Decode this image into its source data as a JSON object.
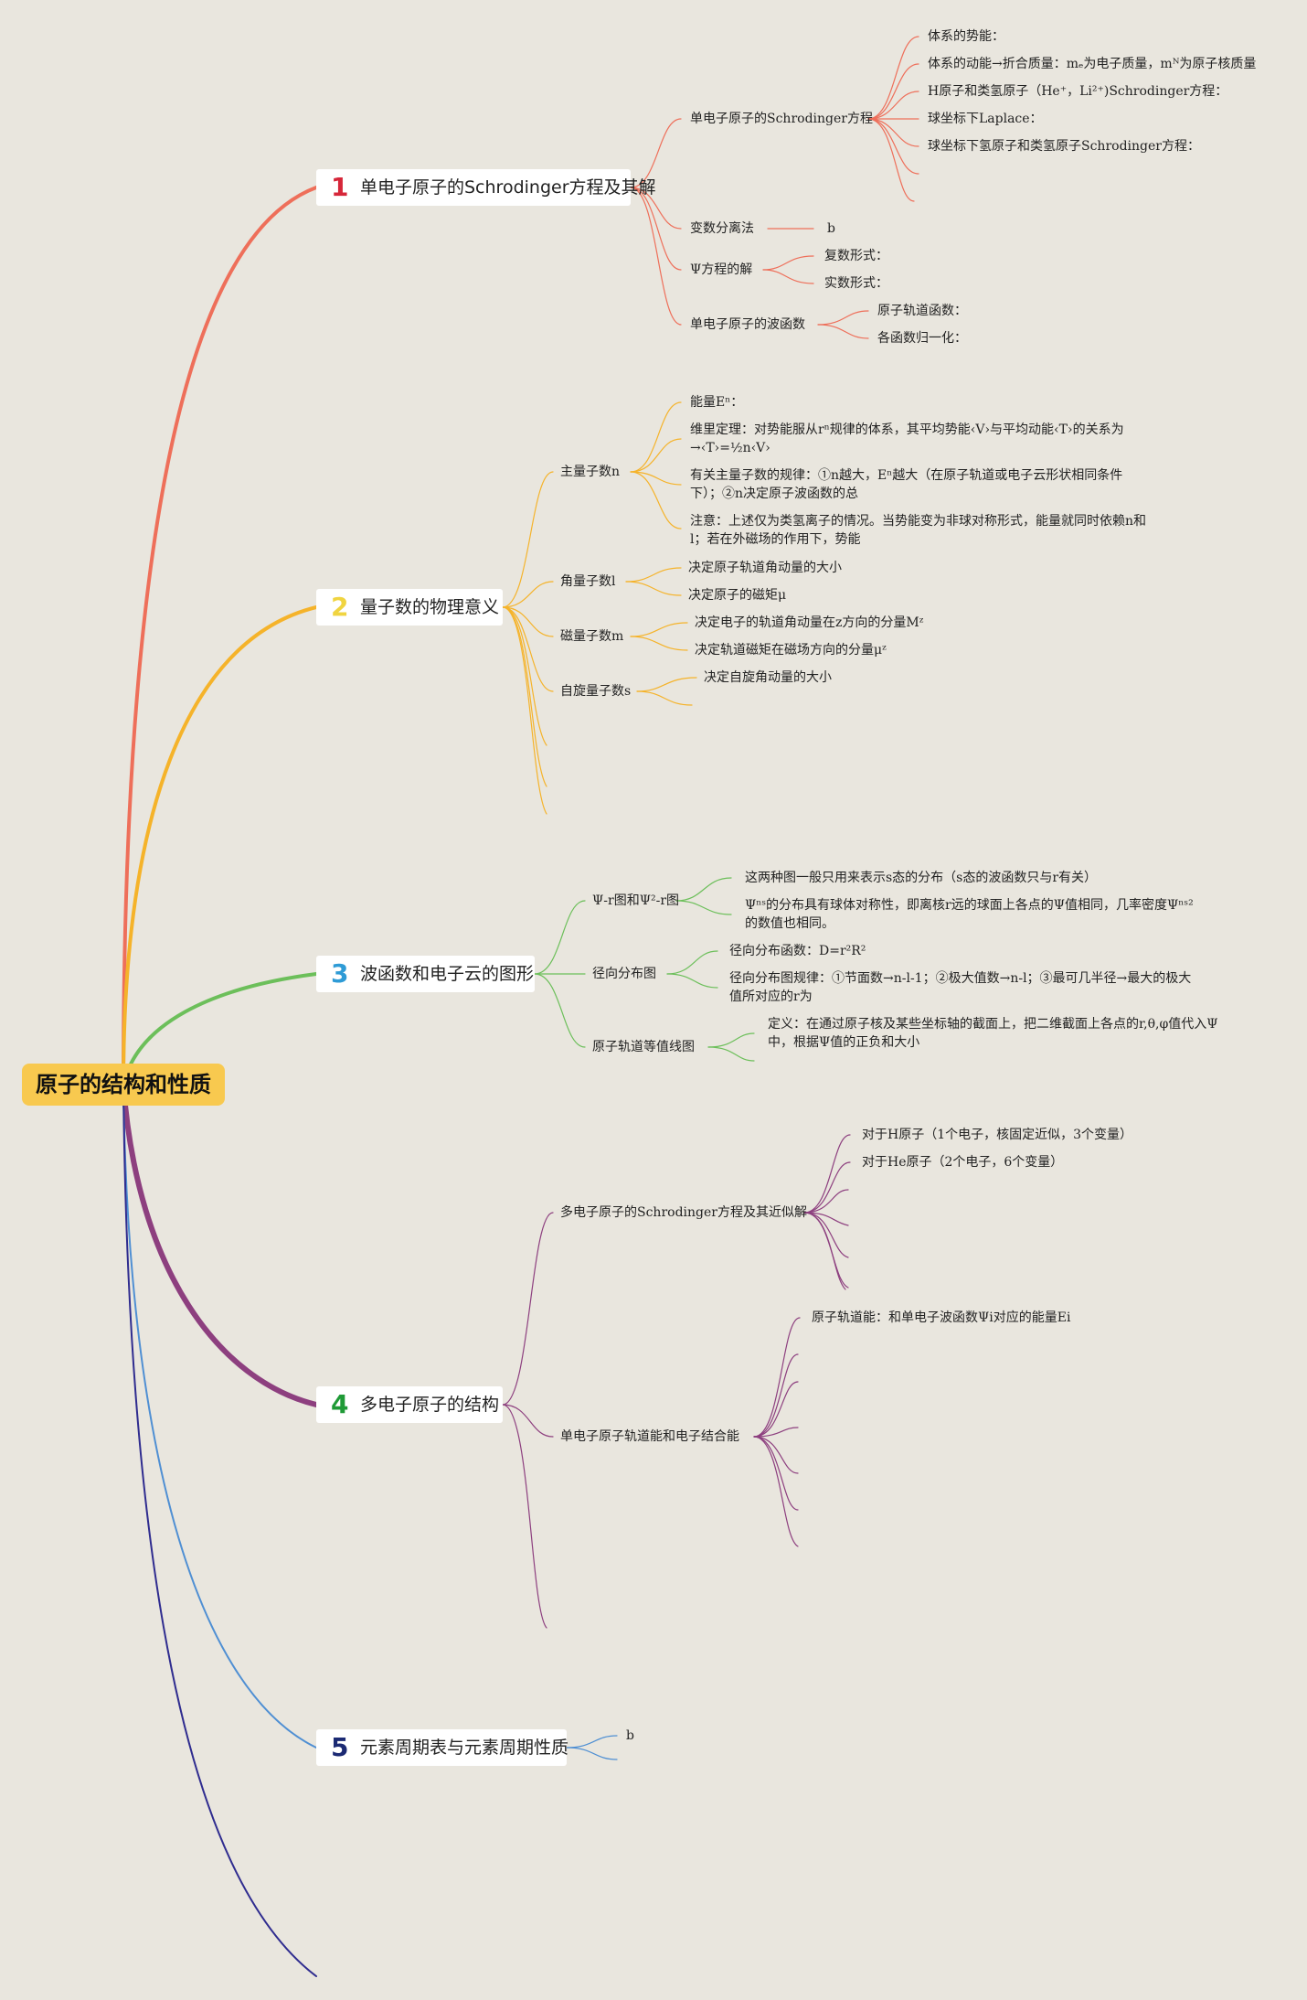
{
  "root": "原子的结构和性质",
  "colors": {
    "topic1": "#ee6f5a",
    "topic2": "#f5b32a",
    "topic3": "#6cbf5a",
    "topic4": "#8d3f7f",
    "topic5": "#4f8fd3",
    "topic6": "#2f2c8f",
    "num1": "#d62639",
    "num2": "#f0d440",
    "num3": "#2e9bd6",
    "num4": "#1f9a36",
    "num5": "#1b2a73"
  },
  "topics": {
    "t1": {
      "num": "1",
      "label": "单电子原子的Schrodinger方程及其解",
      "sub": {
        "schrodinger": {
          "label": "单电子原子的Schrodinger方程",
          "items": [
            "体系的势能：",
            "体系的动能→折合质量：mₑ为电子质量，mᴺ为原子核质量",
            "H原子和类氢原子（He⁺，Li²⁺)Schrodinger方程：",
            "球坐标下Laplace：",
            "球坐标下氢原子和类氢原子Schrodinger方程："
          ]
        },
        "separation": {
          "label": "变数分离法",
          "item": "b"
        },
        "psi": {
          "label": "Ψ方程的解",
          "items": [
            "复数形式：",
            "实数形式："
          ]
        },
        "wave": {
          "label": "单电子原子的波函数",
          "items": [
            "原子轨道函数：",
            "各函数归一化："
          ]
        }
      }
    },
    "t2": {
      "num": "2",
      "label": "量子数的物理意义",
      "sub": {
        "n": {
          "label": "主量子数n",
          "items": [
            "能量Eⁿ：",
            "维里定理：对势能服从rⁿ规律的体系，其平均势能‹V›与平均动能‹T›的关系为→‹T›=½n‹V›",
            "有关主量子数的规律：①n越大，Eⁿ越大（在原子轨道或电子云形状相同条件下）；②n决定原子波函数的总",
            "注意：上述仅为类氢离子的情况。当势能变为非球对称形式，能量就同时依赖n和l；若在外磁场的作用下，势能"
          ]
        },
        "l": {
          "label": "角量子数l",
          "items": [
            "决定原子轨道角动量的大小",
            "决定原子的磁矩μ"
          ]
        },
        "m": {
          "label": "磁量子数m",
          "items": [
            "决定电子的轨道角动量在z方向的分量Mᶻ",
            "决定轨道磁矩在磁场方向的分量μᶻ"
          ]
        },
        "s": {
          "label": "自旋量子数s",
          "items": [
            "决定自旋角动量的大小"
          ]
        }
      }
    },
    "t3": {
      "num": "3",
      "label": "波函数和电子云的图形",
      "sub": {
        "psi_r": {
          "label": "Ψ-r图和Ψ²-r图",
          "items": [
            "这两种图一般只用来表示s态的分布（s态的波函数只与r有关）",
            "Ψⁿˢ的分布具有球体对称性，即离核r远的球面上各点的Ψ值相同，几率密度Ψⁿˢ²的数值也相同。"
          ]
        },
        "radial": {
          "label": "径向分布图",
          "items": [
            "径向分布函数：D=r²R²",
            "径向分布图规律：①节面数→n-l-1；②极大值数→n-l；③最可几半径→最大的极大值所对应的r为"
          ]
        },
        "contour": {
          "label": "原子轨道等值线图",
          "items": [
            "定义：在通过原子核及某些坐标轴的截面上，把二维截面上各点的r,θ,φ值代入Ψ中，根据Ψ值的正负和大小"
          ]
        }
      }
    },
    "t4": {
      "num": "4",
      "label": "多电子原子的结构",
      "sub": {
        "multi": {
          "label": "多电子原子的Schrodinger方程及其近似解",
          "items": [
            "对于H原子（1个电子，核固定近似，3个变量）",
            "对于He原子（2个电子，6个变量）"
          ]
        },
        "orbital": {
          "label": "单电子原子轨道能和电子结合能",
          "items": [
            "原子轨道能：和单电子波函数Ψi对应的能量Ei"
          ]
        }
      }
    },
    "t5": {
      "num": "5",
      "label": "元素周期表与元素周期性质",
      "item": "b"
    }
  }
}
